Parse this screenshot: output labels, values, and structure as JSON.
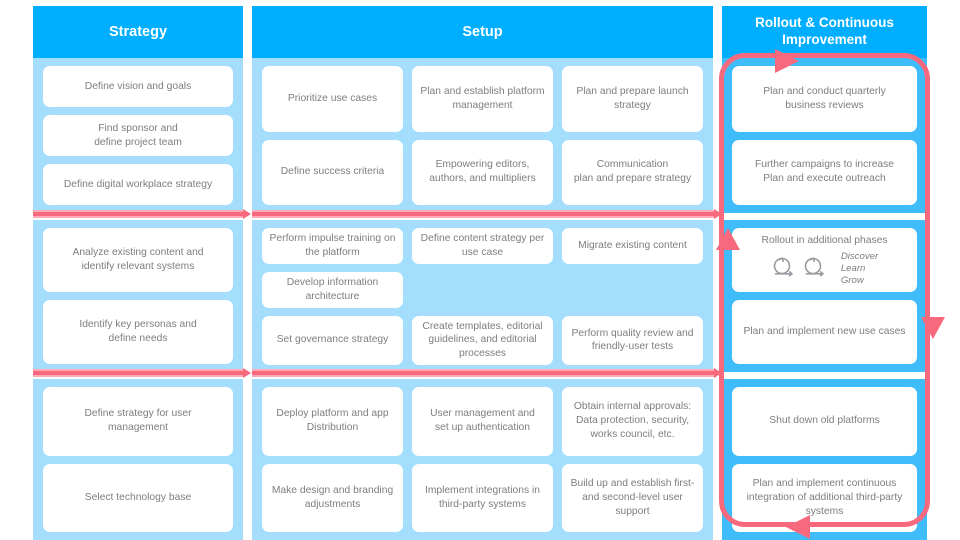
{
  "colors": {
    "header_blue": "#00AEFF",
    "band_light_blue": "#A5DEFC",
    "band_medium_blue": "#3FBDFA",
    "card_white": "#FFFFFF",
    "arrow_pink": "#F8697E",
    "text_gray": "#7D7D83"
  },
  "columns": [
    {
      "id": "strategy",
      "title": "Strategy",
      "bands": [
        {
          "rows": [
            {
              "cards": [
                "Define vision and goals"
              ]
            },
            {
              "cards": [
                "Find sponsor and\ndefine project team"
              ]
            },
            {
              "cards": [
                "Define digital workplace strategy"
              ]
            }
          ]
        },
        {
          "rows": [
            {
              "cards": [
                "Analyze existing content and\nidentify relevant systems"
              ]
            },
            {
              "cards": [
                "Identify key personas and\ndefine needs"
              ]
            }
          ]
        },
        {
          "rows": [
            {
              "cards": [
                "Define strategy for user\nmanagement"
              ]
            },
            {
              "cards": [
                "Select technology base"
              ]
            }
          ]
        }
      ]
    },
    {
      "id": "setup",
      "title": "Setup",
      "bands": [
        {
          "rows": [
            {
              "cards": [
                "Prioritize use cases",
                "Plan and establish platform\nmanagement",
                "Plan and prepare launch\nstrategy"
              ]
            },
            {
              "cards": [
                "Define success criteria",
                "Empowering editors,\nauthors, and multipliers",
                "Communication\nplan and prepare strategy"
              ]
            }
          ]
        },
        {
          "rows": [
            {
              "cards": [
                "Perform impulse training on\nthe platform",
                "Define content strategy per\nuse case",
                "Migrate existing content"
              ]
            },
            {
              "cards": [
                "Develop information\narchitecture"
              ]
            },
            {
              "cards": [
                "Set governance strategy",
                "Create templates, editorial\nguidelines, and editorial\nprocesses",
                "Perform quality review and\nfriendly-user tests"
              ]
            }
          ]
        },
        {
          "rows": [
            {
              "cards": [
                "Deploy platform and app\nDistribution",
                "User management and\nset up authentication",
                "Obtain internal approvals:\nData protection, security,\nworks council, etc."
              ]
            },
            {
              "cards": [
                "Make design and branding\nadjustments",
                "Implement integrations in\nthird-party systems",
                "Build up and establish first-\nand second-level user\nsupport"
              ]
            }
          ]
        }
      ]
    },
    {
      "id": "rollout",
      "title": "Rollout & Continuous\nImprovement",
      "bands": [
        {
          "rows": [
            {
              "cards": [
                "Plan and conduct quarterly\nbusiness reviews"
              ]
            },
            {
              "cards": [
                "Further campaigns to increase\nPlan and execute outreach"
              ]
            }
          ]
        },
        {
          "rows": [
            {
              "cards": [
                "Rollout in additional phases"
              ]
            },
            {
              "cards": [
                "Plan and implement new use cases"
              ]
            }
          ]
        },
        {
          "rows": [
            {
              "cards": [
                "Shut down old platforms"
              ]
            },
            {
              "cards": [
                "Plan and implement continuous\nintegration of additional third-party\nsystems"
              ]
            }
          ]
        }
      ]
    }
  ],
  "cycle_card": {
    "title": "Rollout in additional phases",
    "icon_names": [
      "cycle-loop-icon",
      "cycle-loop-icon"
    ],
    "words": [
      "Discover",
      "Learn",
      "Grow"
    ]
  }
}
